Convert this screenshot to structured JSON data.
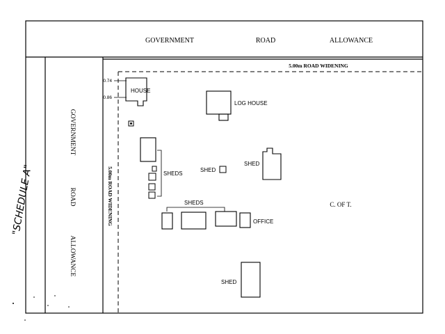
{
  "title_handwritten": "\"SCHEDULE A\"",
  "roads": {
    "top_allowance": {
      "words": [
        "GOVERNMENT",
        "ROAD",
        "ALLOWANCE"
      ]
    },
    "left_allowance": {
      "words": [
        "GOVERNMENT",
        "ROAD",
        "ALLOWANCE"
      ]
    },
    "top_widening": "5.00m ROAD WIDENING",
    "left_widening": "5.00m ROAD WIDENING"
  },
  "dimensions": {
    "upper": "0.74",
    "lower": "0.86"
  },
  "buildings": {
    "house": "HOUSE",
    "log_house": "LOG HOUSE",
    "sheds_left": "SHEDS",
    "shed_small": "SHED",
    "shed_right": "SHED",
    "sheds_bottom": "SHEDS",
    "office": "OFFICE",
    "shed_bottom": "SHED"
  },
  "concession_label": "C. OF T."
}
